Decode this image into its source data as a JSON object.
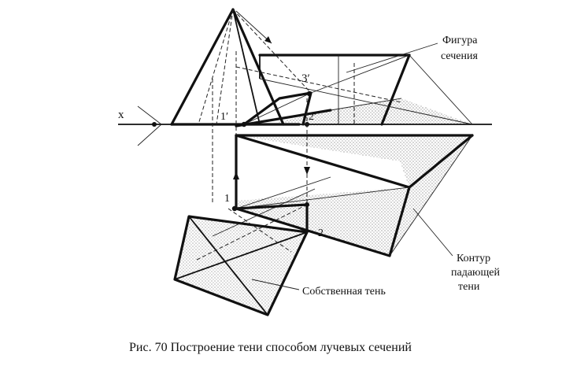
{
  "labels": {
    "axis_x": "x",
    "pt_3prime": "3′",
    "pt_1prime": "1′",
    "pt_2prime": "2′",
    "pt_1": "1",
    "pt_2": "2",
    "section_figure": [
      "Фигура",
      "сечения"
    ],
    "cast_shadow_contour": [
      "Контур",
      "падающей",
      "тени"
    ],
    "own_shadow": "Собственная тень"
  },
  "caption": "Рис. 70  Построение тени способом лучевых сечений",
  "colors": {
    "ink": "#111111",
    "shade": "#d9d9d9"
  }
}
